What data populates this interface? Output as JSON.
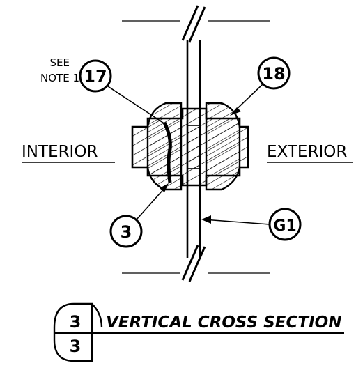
{
  "drawing": {
    "note_ref": {
      "line1": "SEE",
      "line2": "NOTE 1"
    },
    "callouts": {
      "c17": "17",
      "c18": "18",
      "c3": "3",
      "cg1": "G1"
    },
    "sides": {
      "interior": "INTERIOR",
      "exterior": "EXTERIOR"
    },
    "section": {
      "number": "3",
      "sheet": "3",
      "title": "VERTICAL CROSS SECTION"
    },
    "colors": {
      "line": "#000000",
      "background": "#ffffff"
    }
  }
}
